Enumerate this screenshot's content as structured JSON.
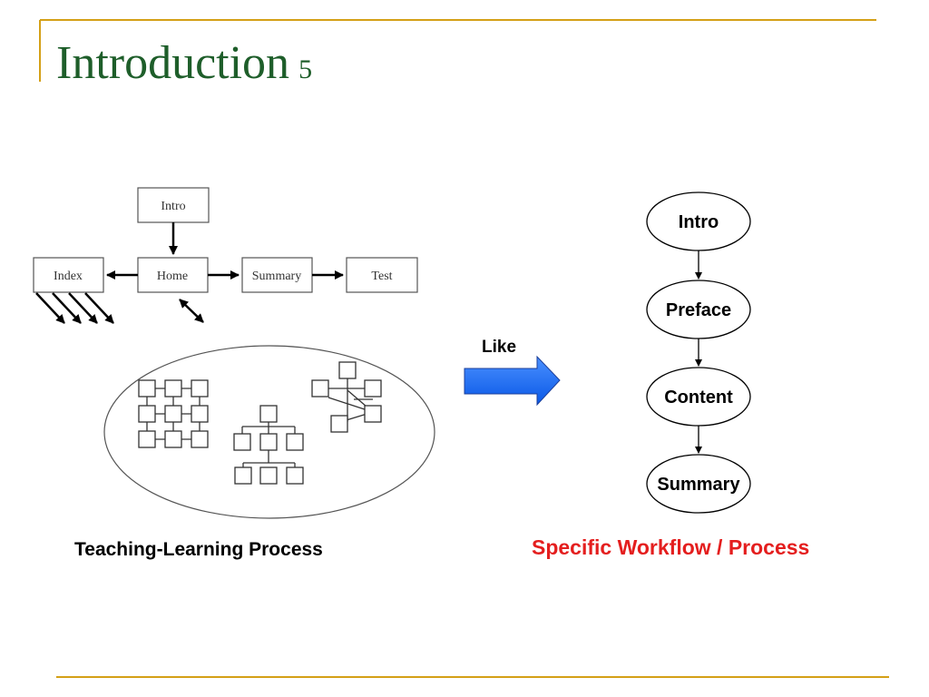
{
  "slide": {
    "title": "Introduction",
    "title_number": "5",
    "accent_color": "#d4a017",
    "title_color": "#1e5e2a"
  },
  "left_diagram": {
    "nodes": {
      "intro": "Intro",
      "index": "Index",
      "home": "Home",
      "summary": "Summary",
      "test": "Test"
    },
    "caption": "Teaching-Learning Process"
  },
  "connector": {
    "label": "Like",
    "color": "#1e6cf0"
  },
  "right_flow": {
    "steps": [
      "Intro",
      "Preface",
      "Content",
      "Summary"
    ],
    "caption": "Specific Workflow / Process",
    "caption_color": "#e41e1e"
  }
}
